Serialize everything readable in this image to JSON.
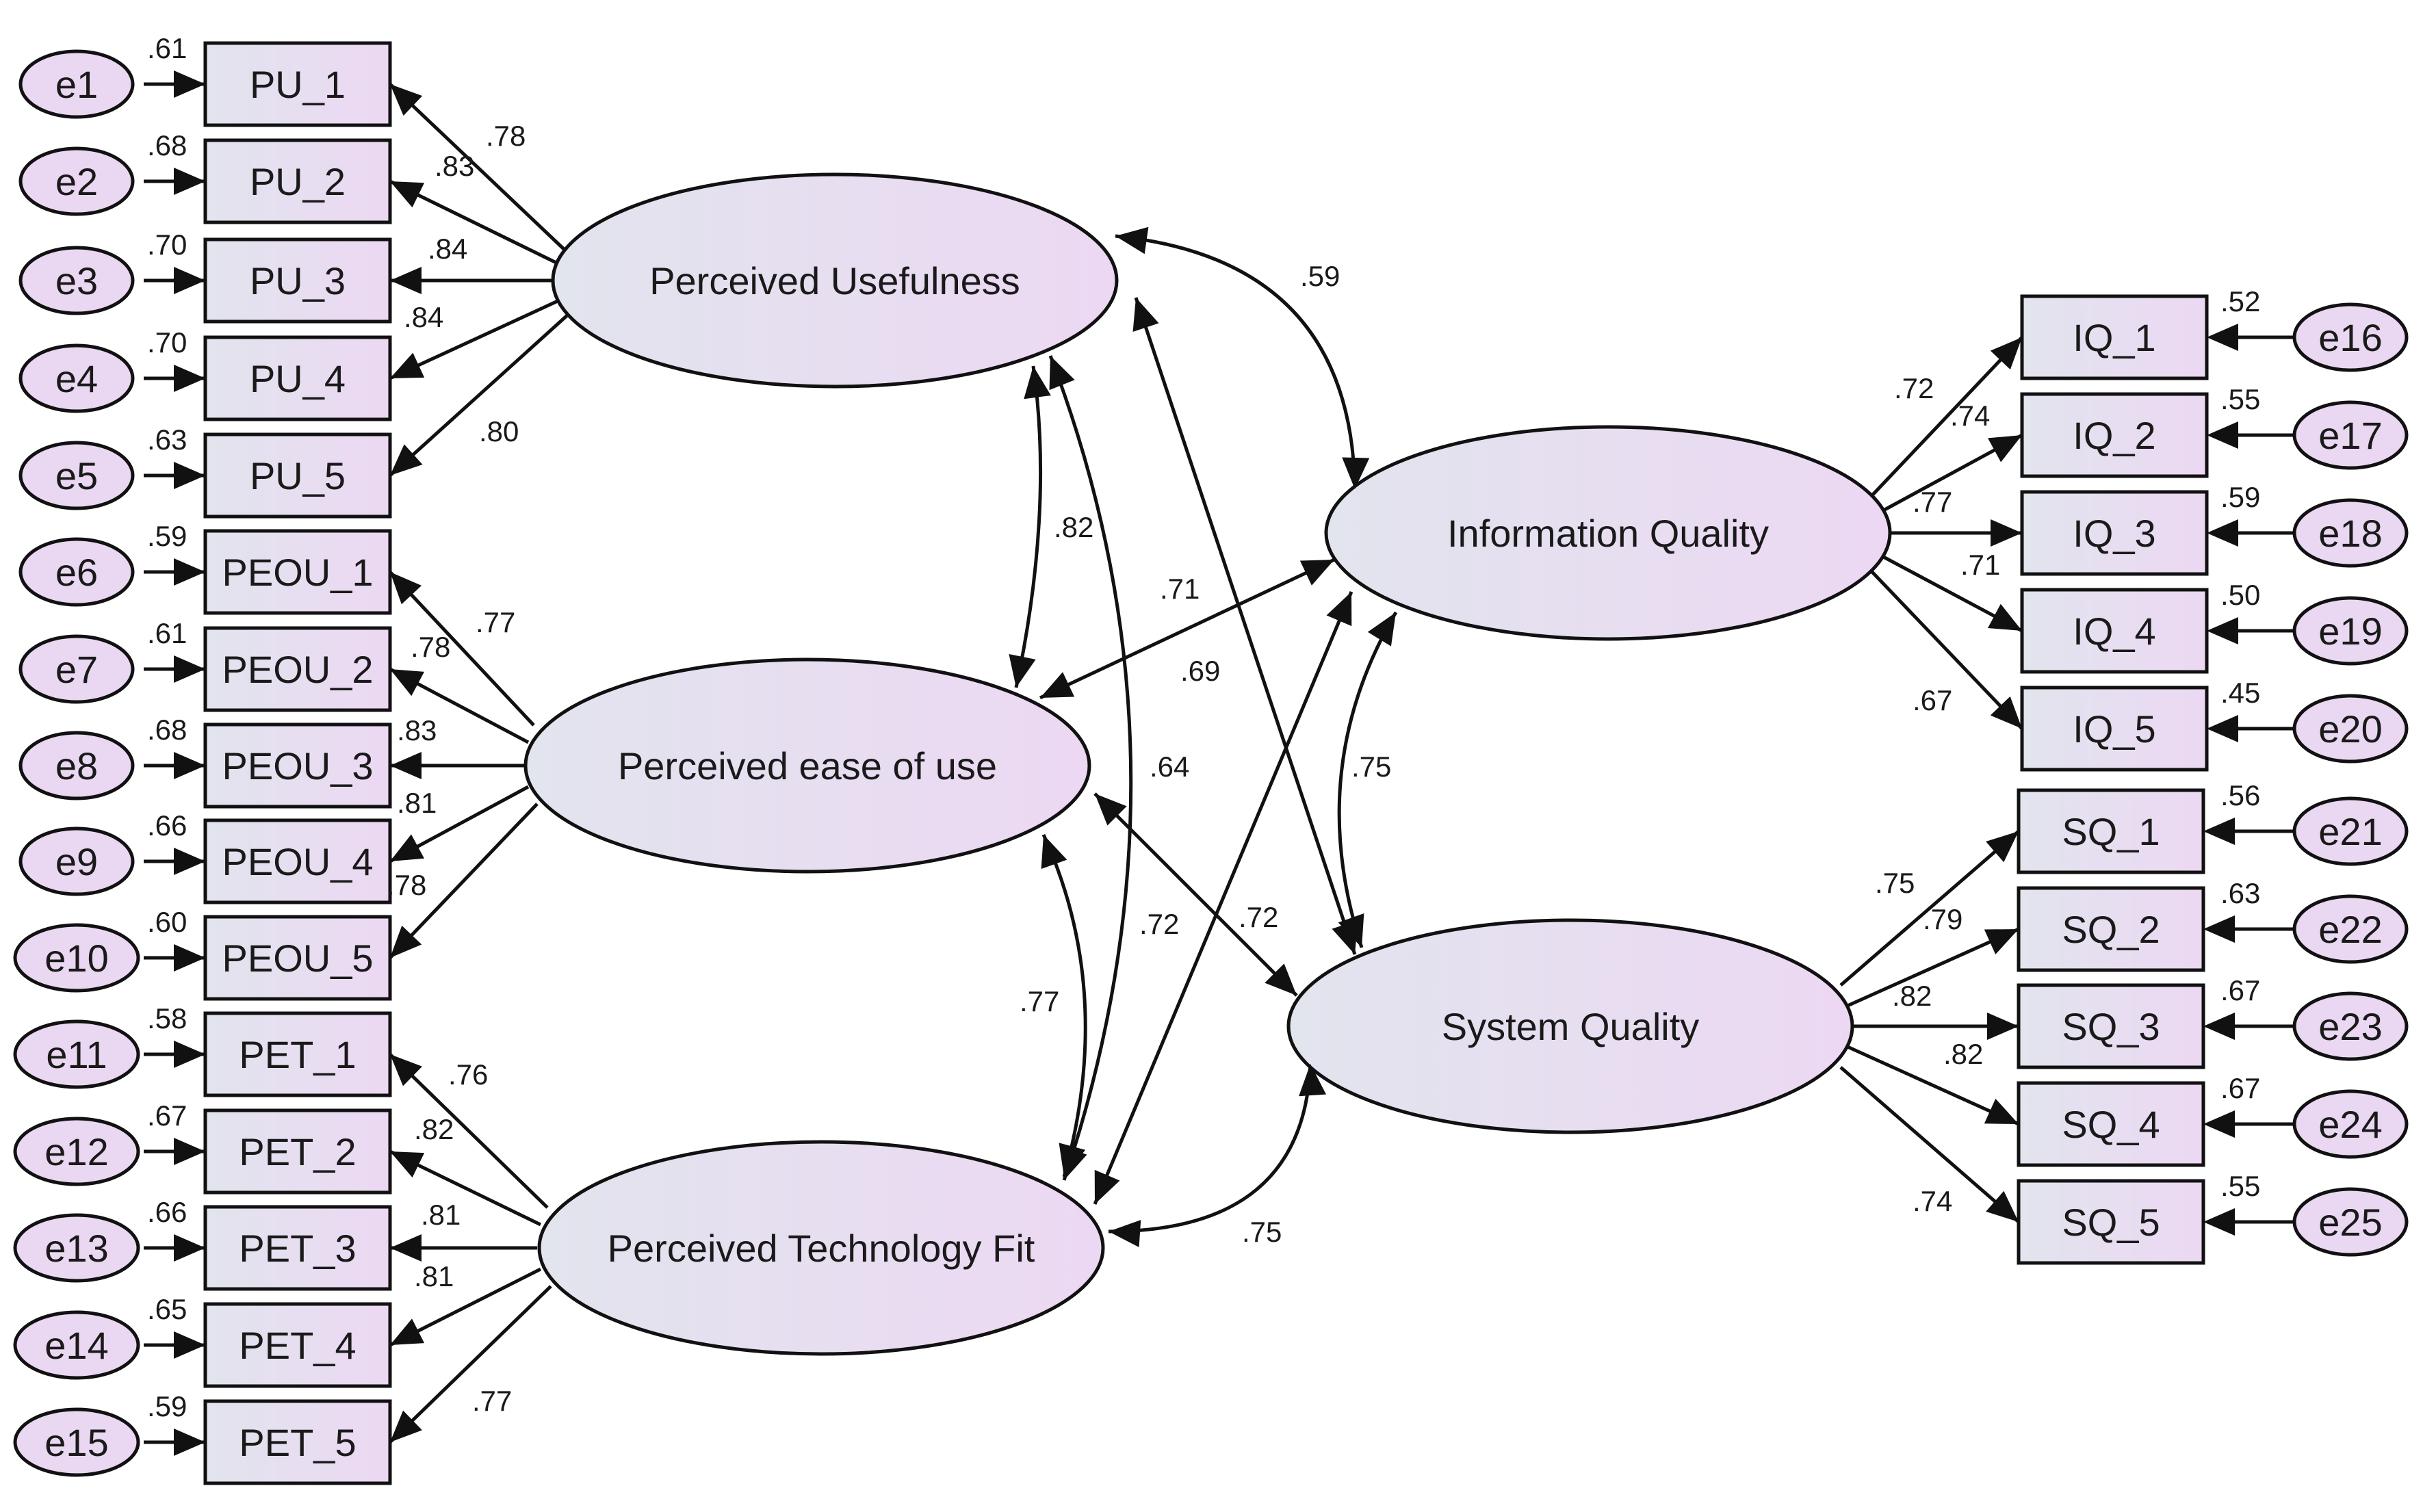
{
  "latents": {
    "pu": "Perceived Usefulness",
    "peou": "Perceived ease of use",
    "pet": "Perceived Technology Fit",
    "iq": "Information Quality",
    "sq": "System Quality"
  },
  "errors": {
    "e1": "e1",
    "e2": "e2",
    "e3": "e3",
    "e4": "e4",
    "e5": "e5",
    "e6": "e6",
    "e7": "e7",
    "e8": "e8",
    "e9": "e9",
    "e10": "e10",
    "e11": "e11",
    "e12": "e12",
    "e13": "e13",
    "e14": "e14",
    "e15": "e15",
    "e16": "e16",
    "e17": "e17",
    "e18": "e18",
    "e19": "e19",
    "e20": "e20",
    "e21": "e21",
    "e22": "e22",
    "e23": "e23",
    "e24": "e24",
    "e25": "e25"
  },
  "items": {
    "pu_1": "PU_1",
    "pu_2": "PU_2",
    "pu_3": "PU_3",
    "pu_4": "PU_4",
    "pu_5": "PU_5",
    "peou_1": "PEOU_1",
    "peou_2": "PEOU_2",
    "peou_3": "PEOU_3",
    "peou_4": "PEOU_4",
    "peou_5": "PEOU_5",
    "pet_1": "PET_1",
    "pet_2": "PET_2",
    "pet_3": "PET_3",
    "pet_4": "PET_4",
    "pet_5": "PET_5",
    "iq_1": "IQ_1",
    "iq_2": "IQ_2",
    "iq_3": "IQ_3",
    "iq_4": "IQ_4",
    "iq_5": "IQ_5",
    "sq_1": "SQ_1",
    "sq_2": "SQ_2",
    "sq_3": "SQ_3",
    "sq_4": "SQ_4",
    "sq_5": "SQ_5"
  },
  "r2": {
    "pu_1": ".61",
    "pu_2": ".68",
    "pu_3": ".70",
    "pu_4": ".70",
    "pu_5": ".63",
    "peou_1": ".59",
    "peou_2": ".61",
    "peou_3": ".68",
    "peou_4": ".66",
    "peou_5": ".60",
    "pet_1": ".58",
    "pet_2": ".67",
    "pet_3": ".66",
    "pet_4": ".65",
    "pet_5": ".59",
    "iq_1": ".52",
    "iq_2": ".55",
    "iq_3": ".59",
    "iq_4": ".50",
    "iq_5": ".45",
    "sq_1": ".56",
    "sq_2": ".63",
    "sq_3": ".67",
    "sq_4": ".67",
    "sq_5": ".55"
  },
  "loadings": {
    "pu_1": ".78",
    "pu_2": ".83",
    "pu_3": ".84",
    "pu_4": ".84",
    "pu_5": ".80",
    "peou_1": ".77",
    "peou_2": ".78",
    "peou_3": ".83",
    "peou_4": ".81",
    "peou_5": ".78",
    "pet_1": ".76",
    "pet_2": ".82",
    "pet_3": ".81",
    "pet_4": ".81",
    "pet_5": ".77",
    "iq_1": ".72",
    "iq_2": ".74",
    "iq_3": ".77",
    "iq_4": ".71",
    "iq_5": ".67",
    "sq_1": ".75",
    "sq_2": ".79",
    "sq_3": ".82",
    "sq_4": ".82",
    "sq_5": ".74"
  },
  "correlations": {
    "pu_iq": ".59",
    "pu_peou": ".82",
    "pu_pet": ".64",
    "pu_sq": ".69",
    "peou_iq": ".71",
    "peou_sq": ".72",
    "peou_pet": ".77",
    "pet_iq": ".72",
    "iq_sq": ".75",
    "pet_sq": ".75"
  },
  "colors": {
    "node_fill_start": "#e2e4ee",
    "node_fill_end": "#ecd8f3",
    "stroke": "#111111"
  }
}
